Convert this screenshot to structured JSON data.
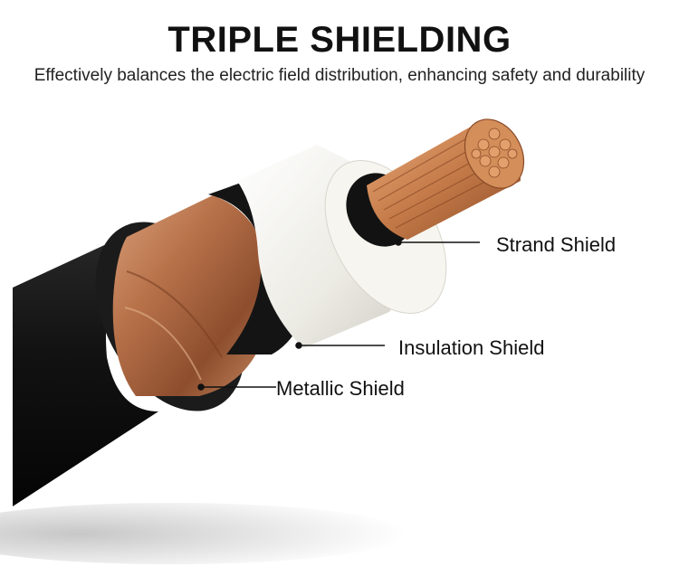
{
  "header": {
    "title": "TRIPLE SHIELDING",
    "subtitle": "Effectively balances the electric field distribution, enhancing safety and durability"
  },
  "callouts": {
    "strand": "Strand Shield",
    "insulation": "Insulation Shield",
    "metallic": "Metallic Shield"
  },
  "colors": {
    "jacket": "#151515",
    "copper_tape": "#b8724a",
    "insulation": "#f2f0e8",
    "conductor": "#c9814f",
    "leader_line": "#111111"
  }
}
